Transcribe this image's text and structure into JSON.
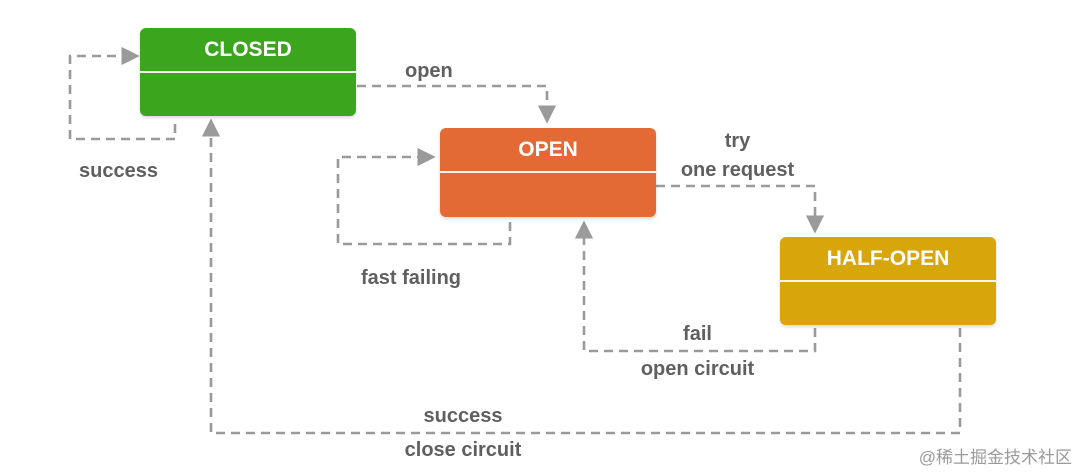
{
  "states": {
    "closed": {
      "label": "CLOSED",
      "color": "#3aa51d"
    },
    "open": {
      "label": "OPEN",
      "color": "#e36a35"
    },
    "half_open": {
      "label": "HALF-OPEN",
      "color": "#d6a60a"
    }
  },
  "transitions": {
    "closed_to_open": {
      "label": "open"
    },
    "closed_self": {
      "label": "success"
    },
    "open_self": {
      "label": "fast failing"
    },
    "open_to_half_open": {
      "line1": "try",
      "line2": "one request"
    },
    "half_open_to_open": {
      "line1": "fail",
      "line2": "open circuit"
    },
    "half_open_to_closed": {
      "line1": "success",
      "line2": "close circuit"
    }
  },
  "line_color": "#9a9a9a",
  "watermark": "@稀土掘金技术社区"
}
